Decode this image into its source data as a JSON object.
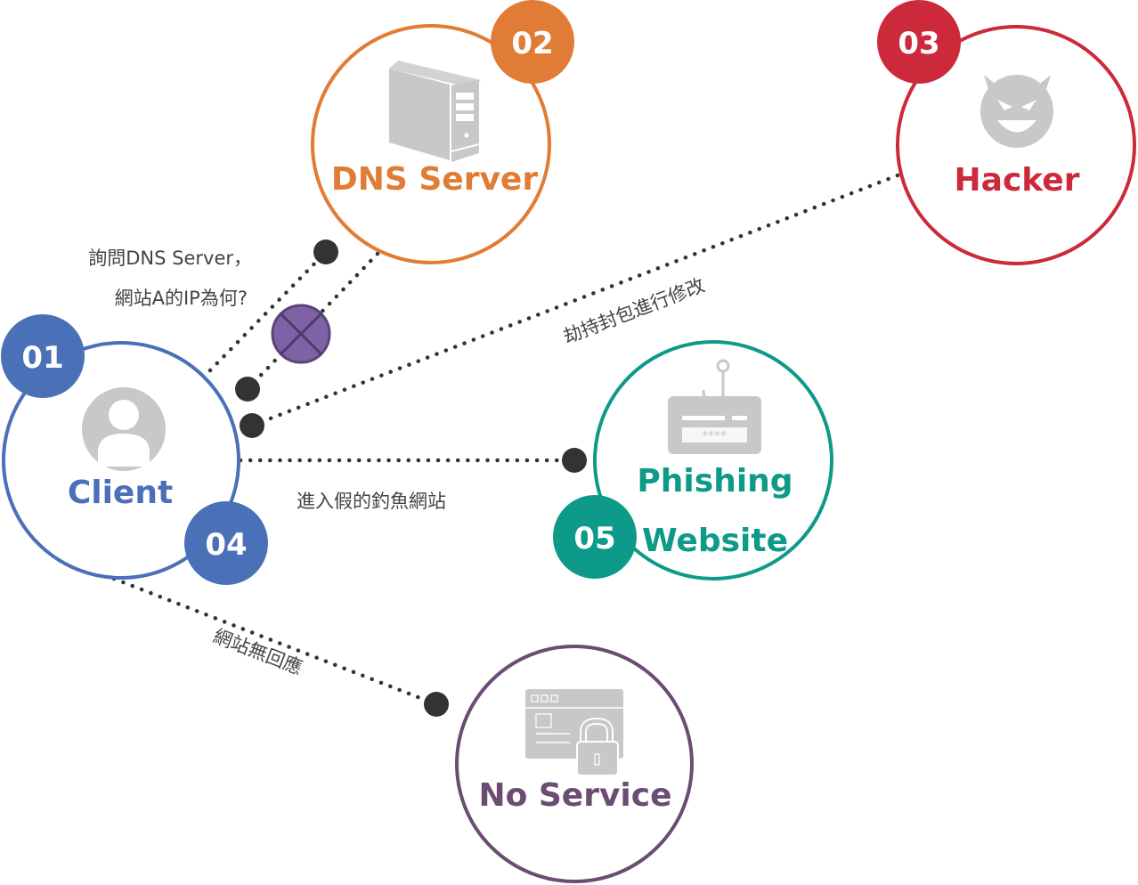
{
  "colors": {
    "client": "#4a70b8",
    "dns": "#e07c35",
    "hacker": "#cc2a3a",
    "phishing": "#0e9a88",
    "noservice": "#6b4c72",
    "connector": "#333333",
    "blocked": "#7f62a5",
    "icon": "#c8c8c8"
  },
  "nodes": {
    "client": {
      "label": "Client",
      "badge": "01",
      "badge2": "04",
      "icon": "user-icon"
    },
    "dns": {
      "label": "DNS Server",
      "badge": "02",
      "icon": "server-icon"
    },
    "hacker": {
      "label": "Hacker",
      "badge": "03",
      "icon": "devil-icon"
    },
    "phishing": {
      "label_line1": "Phishing",
      "label_line2": "Website",
      "badge": "05",
      "icon": "phishing-hook-icon"
    },
    "noservice": {
      "label": "No Service",
      "icon": "locked-browser-icon"
    }
  },
  "captions": {
    "dns_query_line1": "詢問DNS Server，",
    "dns_query_line2": "網站A的IP為何?",
    "hijack": "劫持封包進行修改",
    "phishing": "進入假的釣魚網站",
    "no_response": "網站無回應"
  },
  "blocked_marker": "blocked-x-icon"
}
